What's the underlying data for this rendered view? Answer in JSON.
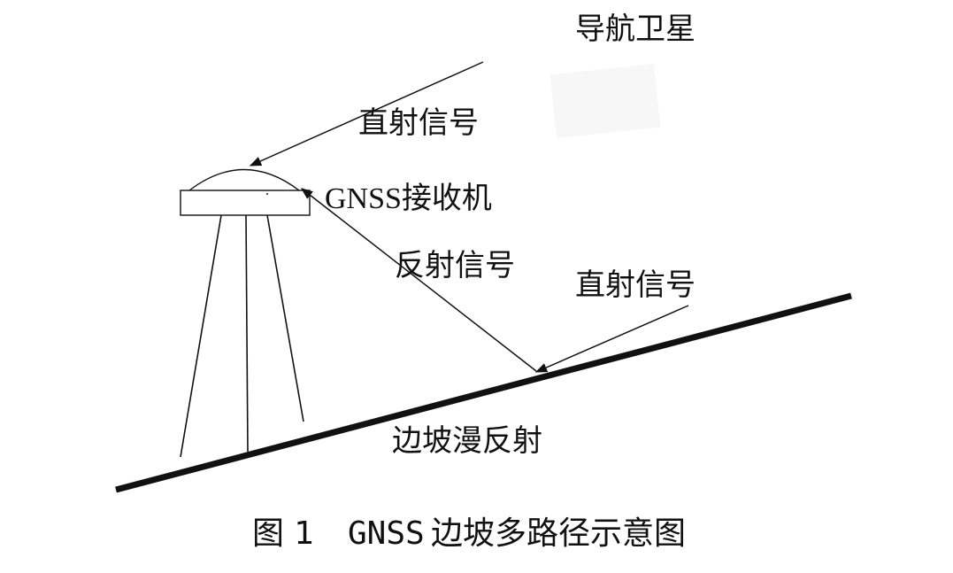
{
  "labels": {
    "satellite": "导航卫星",
    "direct_signal_top": "直射信号",
    "receiver": "GNSS接收机",
    "reflected_signal": "反射信号",
    "direct_signal_right": "直射信号",
    "slope_reflection": "边坡漫反射"
  },
  "caption": {
    "figure_number": "图 1",
    "title_latin": "GNSS",
    "title_cjk": "边坡多路径示意图"
  }
}
